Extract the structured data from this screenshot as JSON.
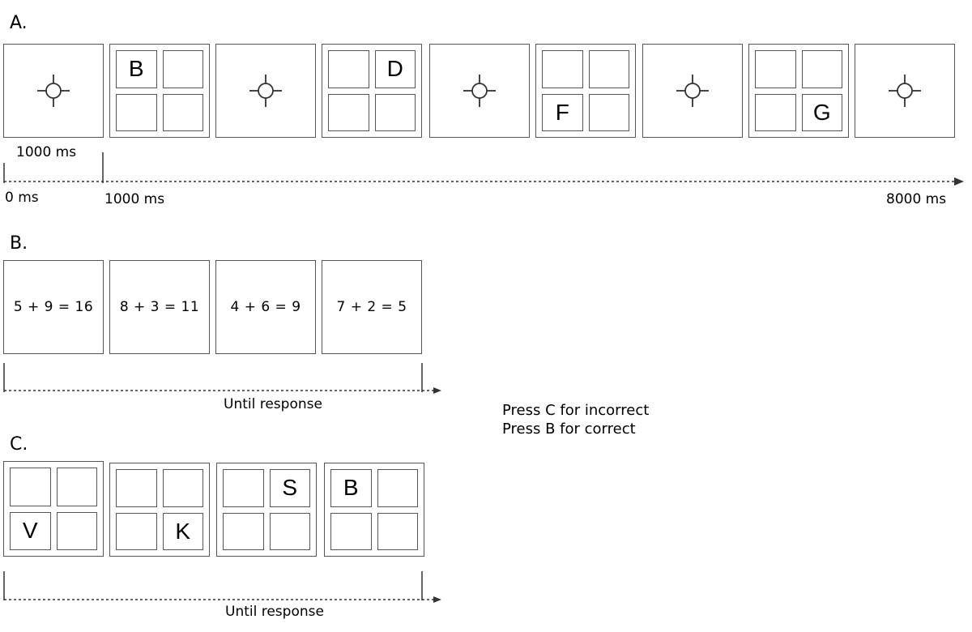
{
  "section_a": {
    "label": "A.",
    "frames": [
      {
        "type": "fixation"
      },
      {
        "type": "grid",
        "letters": [
          "B",
          "",
          "",
          ""
        ]
      },
      {
        "type": "fixation"
      },
      {
        "type": "grid",
        "letters": [
          "",
          "D",
          "",
          ""
        ]
      },
      {
        "type": "fixation"
      },
      {
        "type": "grid",
        "letters": [
          "",
          "",
          "F",
          ""
        ]
      },
      {
        "type": "fixation"
      },
      {
        "type": "grid",
        "letters": [
          "",
          "",
          "",
          "G"
        ]
      },
      {
        "type": "fixation"
      }
    ],
    "duration_label": "1000 ms",
    "timeline": {
      "start": "0 ms",
      "mid": "1000 ms",
      "end": "8000 ms"
    }
  },
  "section_b": {
    "label": "B.",
    "equations": [
      "5 + 9 = 16",
      "8 + 3 = 11",
      "4 + 6 = 9",
      "7 + 2 = 5"
    ],
    "timeline_label": "Until response",
    "instructions": [
      "Press C for incorrect",
      "Press B for correct"
    ]
  },
  "section_c": {
    "label": "C.",
    "frames": [
      {
        "letters": [
          "",
          "",
          "V",
          ""
        ]
      },
      {
        "letters": [
          "",
          "",
          "",
          "K"
        ]
      },
      {
        "letters": [
          "",
          "S",
          "",
          ""
        ]
      },
      {
        "letters": [
          "B",
          "",
          "",
          ""
        ]
      }
    ],
    "timeline_label": "Until response"
  }
}
